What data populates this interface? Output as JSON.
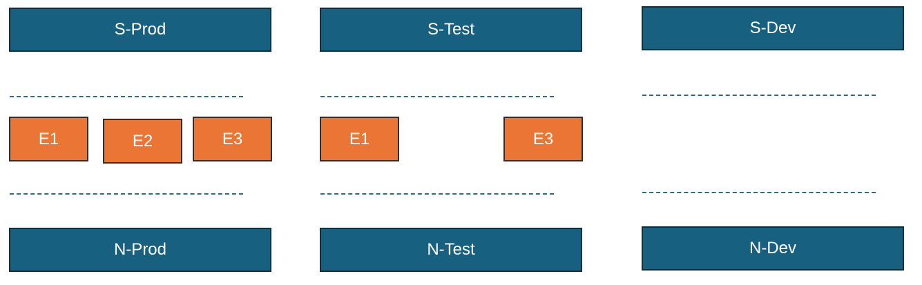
{
  "columns": [
    {
      "top_label": "S-Prod",
      "bottom_label": "N-Prod",
      "entities": [
        "E1",
        "E2",
        "E3"
      ]
    },
    {
      "top_label": "S-Test",
      "bottom_label": "N-Test",
      "entities": [
        "E1",
        "E3"
      ]
    },
    {
      "top_label": "S-Dev",
      "bottom_label": "N-Dev",
      "entities": []
    }
  ],
  "colors": {
    "env_fill": "#17607f",
    "entity_fill": "#ea7535",
    "dash": "#2f6a83"
  }
}
